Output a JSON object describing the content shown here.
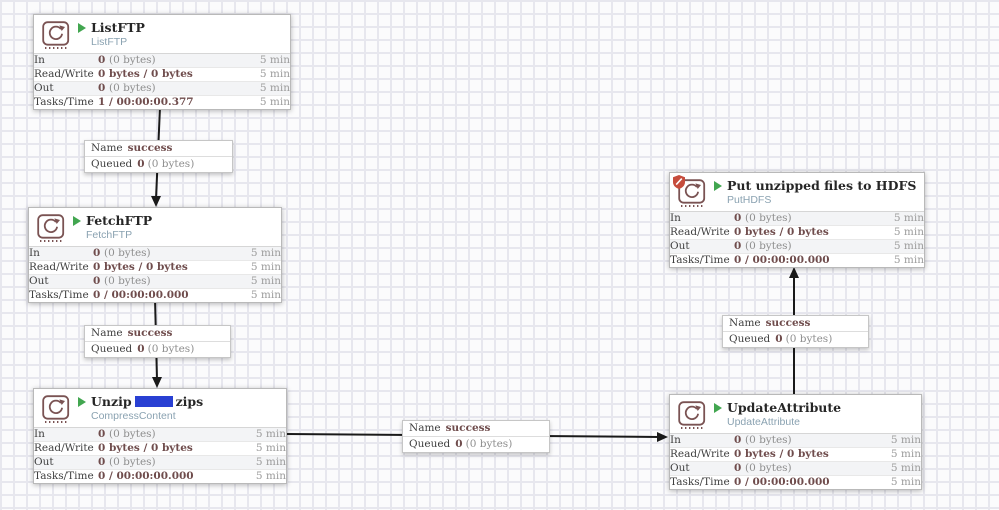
{
  "app": {
    "name": "NiFi flow canvas"
  },
  "colors": {
    "running_green": "#42a650",
    "processor_icon_maroon": "#7a5353",
    "type_label_blue": "#8aa2b1",
    "stat_value_maroon": "#6f4c4c",
    "redaction_blue": "#2940d3",
    "restricted_red": "#c64c3c",
    "wire_black": "#1a1a1a"
  },
  "processors": [
    {
      "title": "ListFTP",
      "type": "ListFTP",
      "stats": [
        {
          "label": "In",
          "value": "0",
          "suffix": "(0 bytes)",
          "time": "5 min"
        },
        {
          "label": "Read/Write",
          "value": "0 bytes / 0 bytes",
          "suffix": "",
          "time": "5 min"
        },
        {
          "label": "Out",
          "value": "0",
          "suffix": "(0 bytes)",
          "time": "5 min"
        },
        {
          "label": "Tasks/Time",
          "value": "1 / 00:00:00.377",
          "suffix": "",
          "time": "5 min"
        }
      ]
    },
    {
      "title": "FetchFTP",
      "type": "FetchFTP",
      "stats": [
        {
          "label": "In",
          "value": "0",
          "suffix": "(0 bytes)",
          "time": "5 min"
        },
        {
          "label": "Read/Write",
          "value": "0 bytes / 0 bytes",
          "suffix": "",
          "time": "5 min"
        },
        {
          "label": "Out",
          "value": "0",
          "suffix": "(0 bytes)",
          "time": "5 min"
        },
        {
          "label": "Tasks/Time",
          "value": "0 / 00:00:00.000",
          "suffix": "",
          "time": "5 min"
        }
      ]
    },
    {
      "title_prefix": "Unzip",
      "title_suffix": "zips",
      "type": "CompressContent",
      "stats": [
        {
          "label": "In",
          "value": "0",
          "suffix": "(0 bytes)",
          "time": "5 min"
        },
        {
          "label": "Read/Write",
          "value": "0 bytes / 0 bytes",
          "suffix": "",
          "time": "5 min"
        },
        {
          "label": "Out",
          "value": "0",
          "suffix": "(0 bytes)",
          "time": "5 min"
        },
        {
          "label": "Tasks/Time",
          "value": "0 / 00:00:00.000",
          "suffix": "",
          "time": "5 min"
        }
      ]
    },
    {
      "title": "UpdateAttribute",
      "type": "UpdateAttribute",
      "stats": [
        {
          "label": "In",
          "value": "0",
          "suffix": "(0 bytes)",
          "time": "5 min"
        },
        {
          "label": "Read/Write",
          "value": "0 bytes / 0 bytes",
          "suffix": "",
          "time": "5 min"
        },
        {
          "label": "Out",
          "value": "0",
          "suffix": "(0 bytes)",
          "time": "5 min"
        },
        {
          "label": "Tasks/Time",
          "value": "0 / 00:00:00.000",
          "suffix": "",
          "time": "5 min"
        }
      ]
    },
    {
      "title": "Put unzipped files to HDFS",
      "type": "PutHDFS",
      "stats": [
        {
          "label": "In",
          "value": "0",
          "suffix": "(0 bytes)",
          "time": "5 min"
        },
        {
          "label": "Read/Write",
          "value": "0 bytes / 0 bytes",
          "suffix": "",
          "time": "5 min"
        },
        {
          "label": "Out",
          "value": "0",
          "suffix": "(0 bytes)",
          "time": "5 min"
        },
        {
          "label": "Tasks/Time",
          "value": "0 / 00:00:00.000",
          "suffix": "",
          "time": "5 min"
        }
      ]
    }
  ],
  "connections": [
    {
      "name_label": "Name",
      "name": "success",
      "queued_label": "Queued",
      "queued_value": "0",
      "queued_suffix": "(0 bytes)"
    },
    {
      "name_label": "Name",
      "name": "success",
      "queued_label": "Queued",
      "queued_value": "0",
      "queued_suffix": "(0 bytes)"
    },
    {
      "name_label": "Name",
      "name": "success",
      "queued_label": "Queued",
      "queued_value": "0",
      "queued_suffix": "(0 bytes)"
    },
    {
      "name_label": "Name",
      "name": "success",
      "queued_label": "Queued",
      "queued_value": "0",
      "queued_suffix": "(0 bytes)"
    }
  ]
}
